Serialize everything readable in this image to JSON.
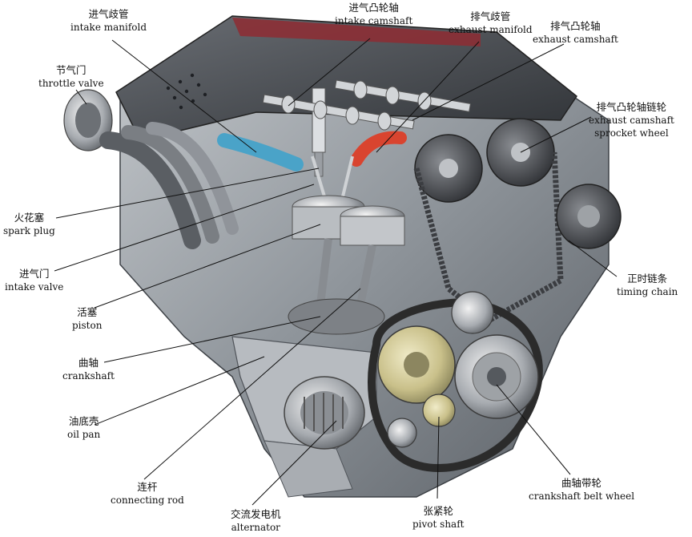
{
  "labels": {
    "intake_manifold": {
      "zh": "进气歧管",
      "en": "intake manifold"
    },
    "intake_camshaft": {
      "zh": "进气凸轮轴",
      "en": "intake camshaft"
    },
    "exhaust_manifold": {
      "zh": "排气歧管",
      "en": "exhaust manifold"
    },
    "exhaust_camshaft": {
      "zh": "排气凸轮轴",
      "en": "exhaust camshaft"
    },
    "throttle_valve": {
      "zh": "节气门",
      "en": "throttle valve"
    },
    "sprocket_wheel": {
      "zh": "排气凸轮轴链轮",
      "en1": "exhaust camshaft",
      "en2": "sprocket wheel"
    },
    "spark_plug": {
      "zh": "火花塞",
      "en": "spark plug"
    },
    "timing_chain": {
      "zh": "正时链条",
      "en": "timing chain"
    },
    "intake_valve": {
      "zh": "进气门",
      "en": "intake valve"
    },
    "piston": {
      "zh": "活塞",
      "en": "piston"
    },
    "crankshaft": {
      "zh": "曲轴",
      "en": "crankshaft"
    },
    "oil_pan": {
      "zh": "油底壳",
      "en": "oil pan"
    },
    "connecting_rod": {
      "zh": "连杆",
      "en": "connecting rod"
    },
    "alternator": {
      "zh": "交流发电机",
      "en": "alternator"
    },
    "pivot_shaft": {
      "zh": "张紧轮",
      "en": "pivot shaft"
    },
    "crank_belt_wheel": {
      "zh": "曲轴带轮",
      "en": "crankshaft belt wheel"
    }
  },
  "colors": {
    "block": "#9ea3a8",
    "cover": "#4a4d52",
    "intake_runner": "#4aa3c8",
    "exhaust_runner": "#d9442f",
    "belt": "#2b2b2b",
    "pulley": "#c9c08a",
    "leader": "#111111"
  }
}
